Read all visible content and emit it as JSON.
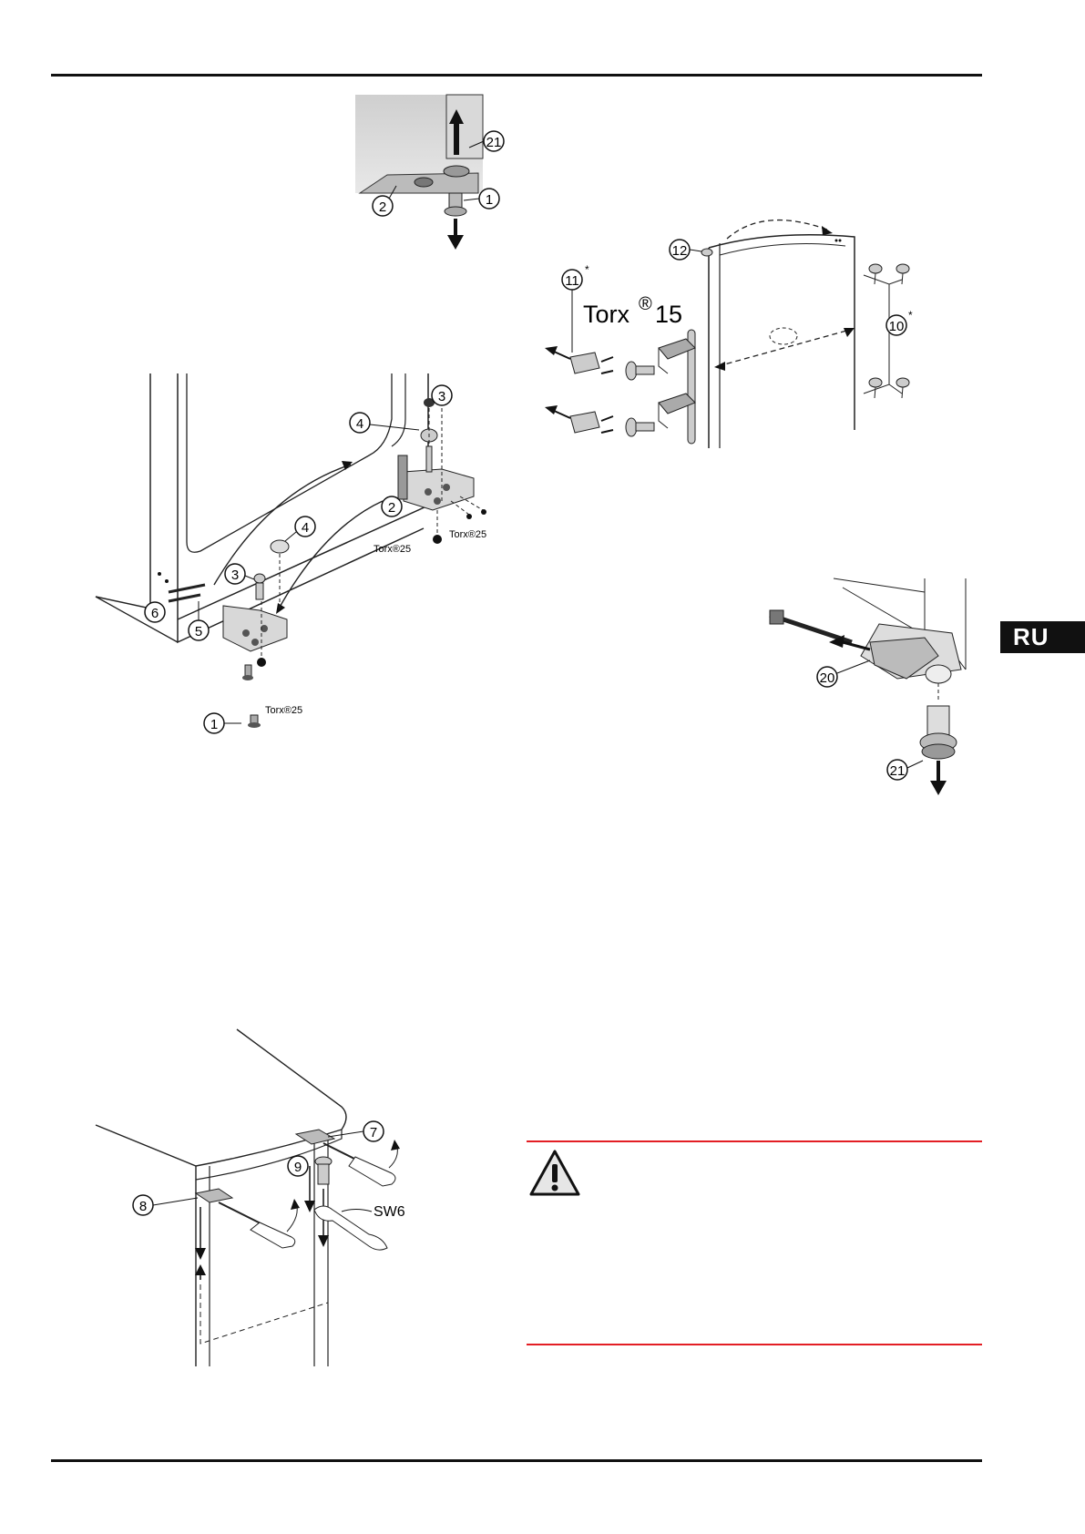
{
  "language_tab": "RU",
  "figures": {
    "fig_door_lift": {
      "labels": [
        "21",
        "2",
        "1"
      ]
    },
    "fig_hinge": {
      "labels": [
        "3",
        "4",
        "2",
        "4",
        "3",
        "6",
        "5",
        "1"
      ],
      "torx_label_1": "Torx®25",
      "torx_label_2": "Torx®25",
      "torx_label_3": "Torx®25"
    },
    "fig_handle": {
      "labels": [
        "12",
        "11",
        "10"
      ],
      "torx_label": "Torx",
      "torx_reg": "®",
      "torx_size": "15",
      "asterisk_1": "*",
      "asterisk_2": "*"
    },
    "fig_pin": {
      "labels": [
        "20",
        "21"
      ]
    },
    "fig_top_hinge": {
      "labels": [
        "7",
        "9",
        "8"
      ],
      "wrench_label": "SW6"
    }
  },
  "warning": {
    "icon": "warning-triangle-icon"
  }
}
